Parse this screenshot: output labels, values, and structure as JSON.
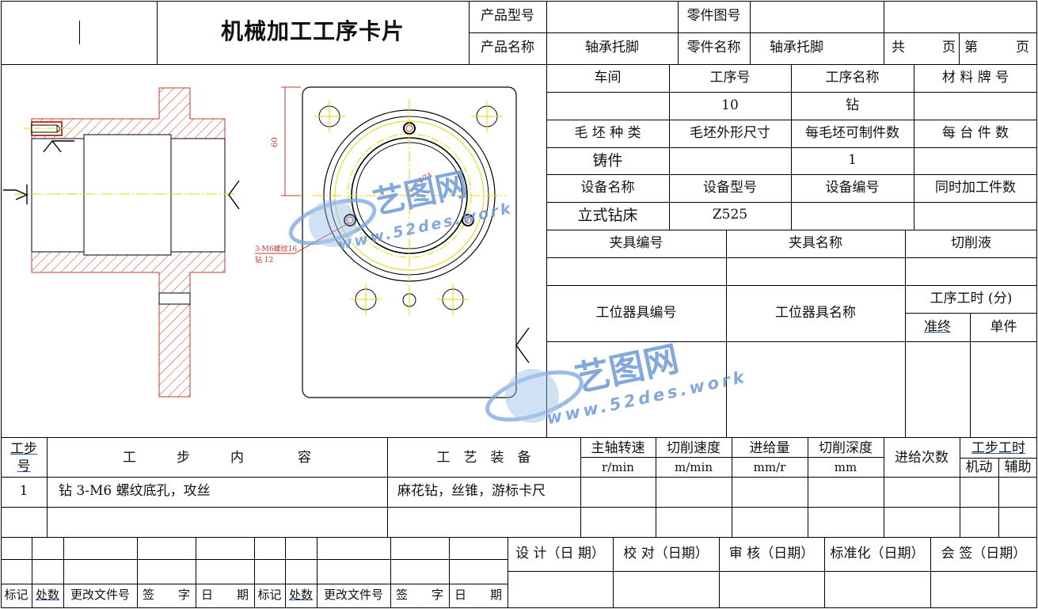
{
  "header": {
    "title": "机械加工工序卡片",
    "product_model_label": "产品型号",
    "part_drawing_no_label": "零件图号",
    "product_name_label": "产品名称",
    "product_name_value": "轴承托脚",
    "part_name_label": "零件名称",
    "part_name_value": "轴承托脚",
    "total_label": "共",
    "total_suffix": "页",
    "page_label": "第",
    "page_suffix": "页"
  },
  "info": {
    "workshop_label": "车间",
    "process_no_label": "工序号",
    "process_name_label": "工序名称",
    "material_label": "材 料 牌 号",
    "process_no_value": "10",
    "process_name_value": "钻",
    "blank_type_label": "毛 坯 种 类",
    "blank_size_label": "毛坯外形尺寸",
    "per_blank_label": "每毛坯可制件数",
    "per_unit_label": "每 台 件 数",
    "blank_type_value": "铸件",
    "per_blank_value": "1",
    "equip_name_label": "设备名称",
    "equip_model_label": "设备型号",
    "equip_no_label": "设备编号",
    "simul_label": "同时加工件数",
    "equip_name_value": "立式钻床",
    "equip_model_value": "Z525",
    "fixture_no_label": "夹具编号",
    "fixture_name_label": "夹具名称",
    "coolant_label": "切削液",
    "station_tool_no_label": "工位器具编号",
    "station_tool_name_label": "工位器具名称",
    "process_time_label": "工序工时 (分)",
    "prep_end_label": "准终",
    "unit_label": "单件"
  },
  "drawing": {
    "dim_60": "60",
    "thread_note_1": "3-M6螺纹16",
    "thread_note_2": "钻 12",
    "dim_phi": "Φ74"
  },
  "steps": {
    "step_no_label_1": "工步",
    "step_no_label_2": "号",
    "content_label": "工　　　步　　　内　　　　容",
    "equipment_label": "工　艺　装　备",
    "spindle_label": "主轴转速",
    "spindle_unit": "r/min",
    "cut_speed_label": "切削速度",
    "cut_speed_unit": "m/min",
    "feed_label": "进给量",
    "feed_unit": "mm/r",
    "depth_label": "切削深度",
    "depth_unit": "mm",
    "passes_label": "进给次数",
    "step_time_label": "工步工时",
    "machine_label": "机动",
    "aux_label": "辅助",
    "rows": [
      {
        "no": "1",
        "content": "钻 3-M6 螺纹底孔，攻丝",
        "equipment": "麻花钻，丝锥，游标卡尺"
      }
    ]
  },
  "footer": {
    "design_label": "设 计（日 期）",
    "check_label": "校 对（日期）",
    "review_label": "审 核（日期）",
    "standard_label": "标准化（日期）",
    "sign_label": "会 签（日期）",
    "mark_label": "标记",
    "count_label": "处数",
    "change_doc_label": "更改文件号",
    "signature_label": "签　　字",
    "date_label": "日　　期"
  },
  "watermark": {
    "logo_text": "艺图网",
    "url_text": "www.52des.work"
  },
  "colors": {
    "hatch": "#c0392b",
    "center_line": "#e6d800",
    "watermark": "#6e9ad6"
  }
}
